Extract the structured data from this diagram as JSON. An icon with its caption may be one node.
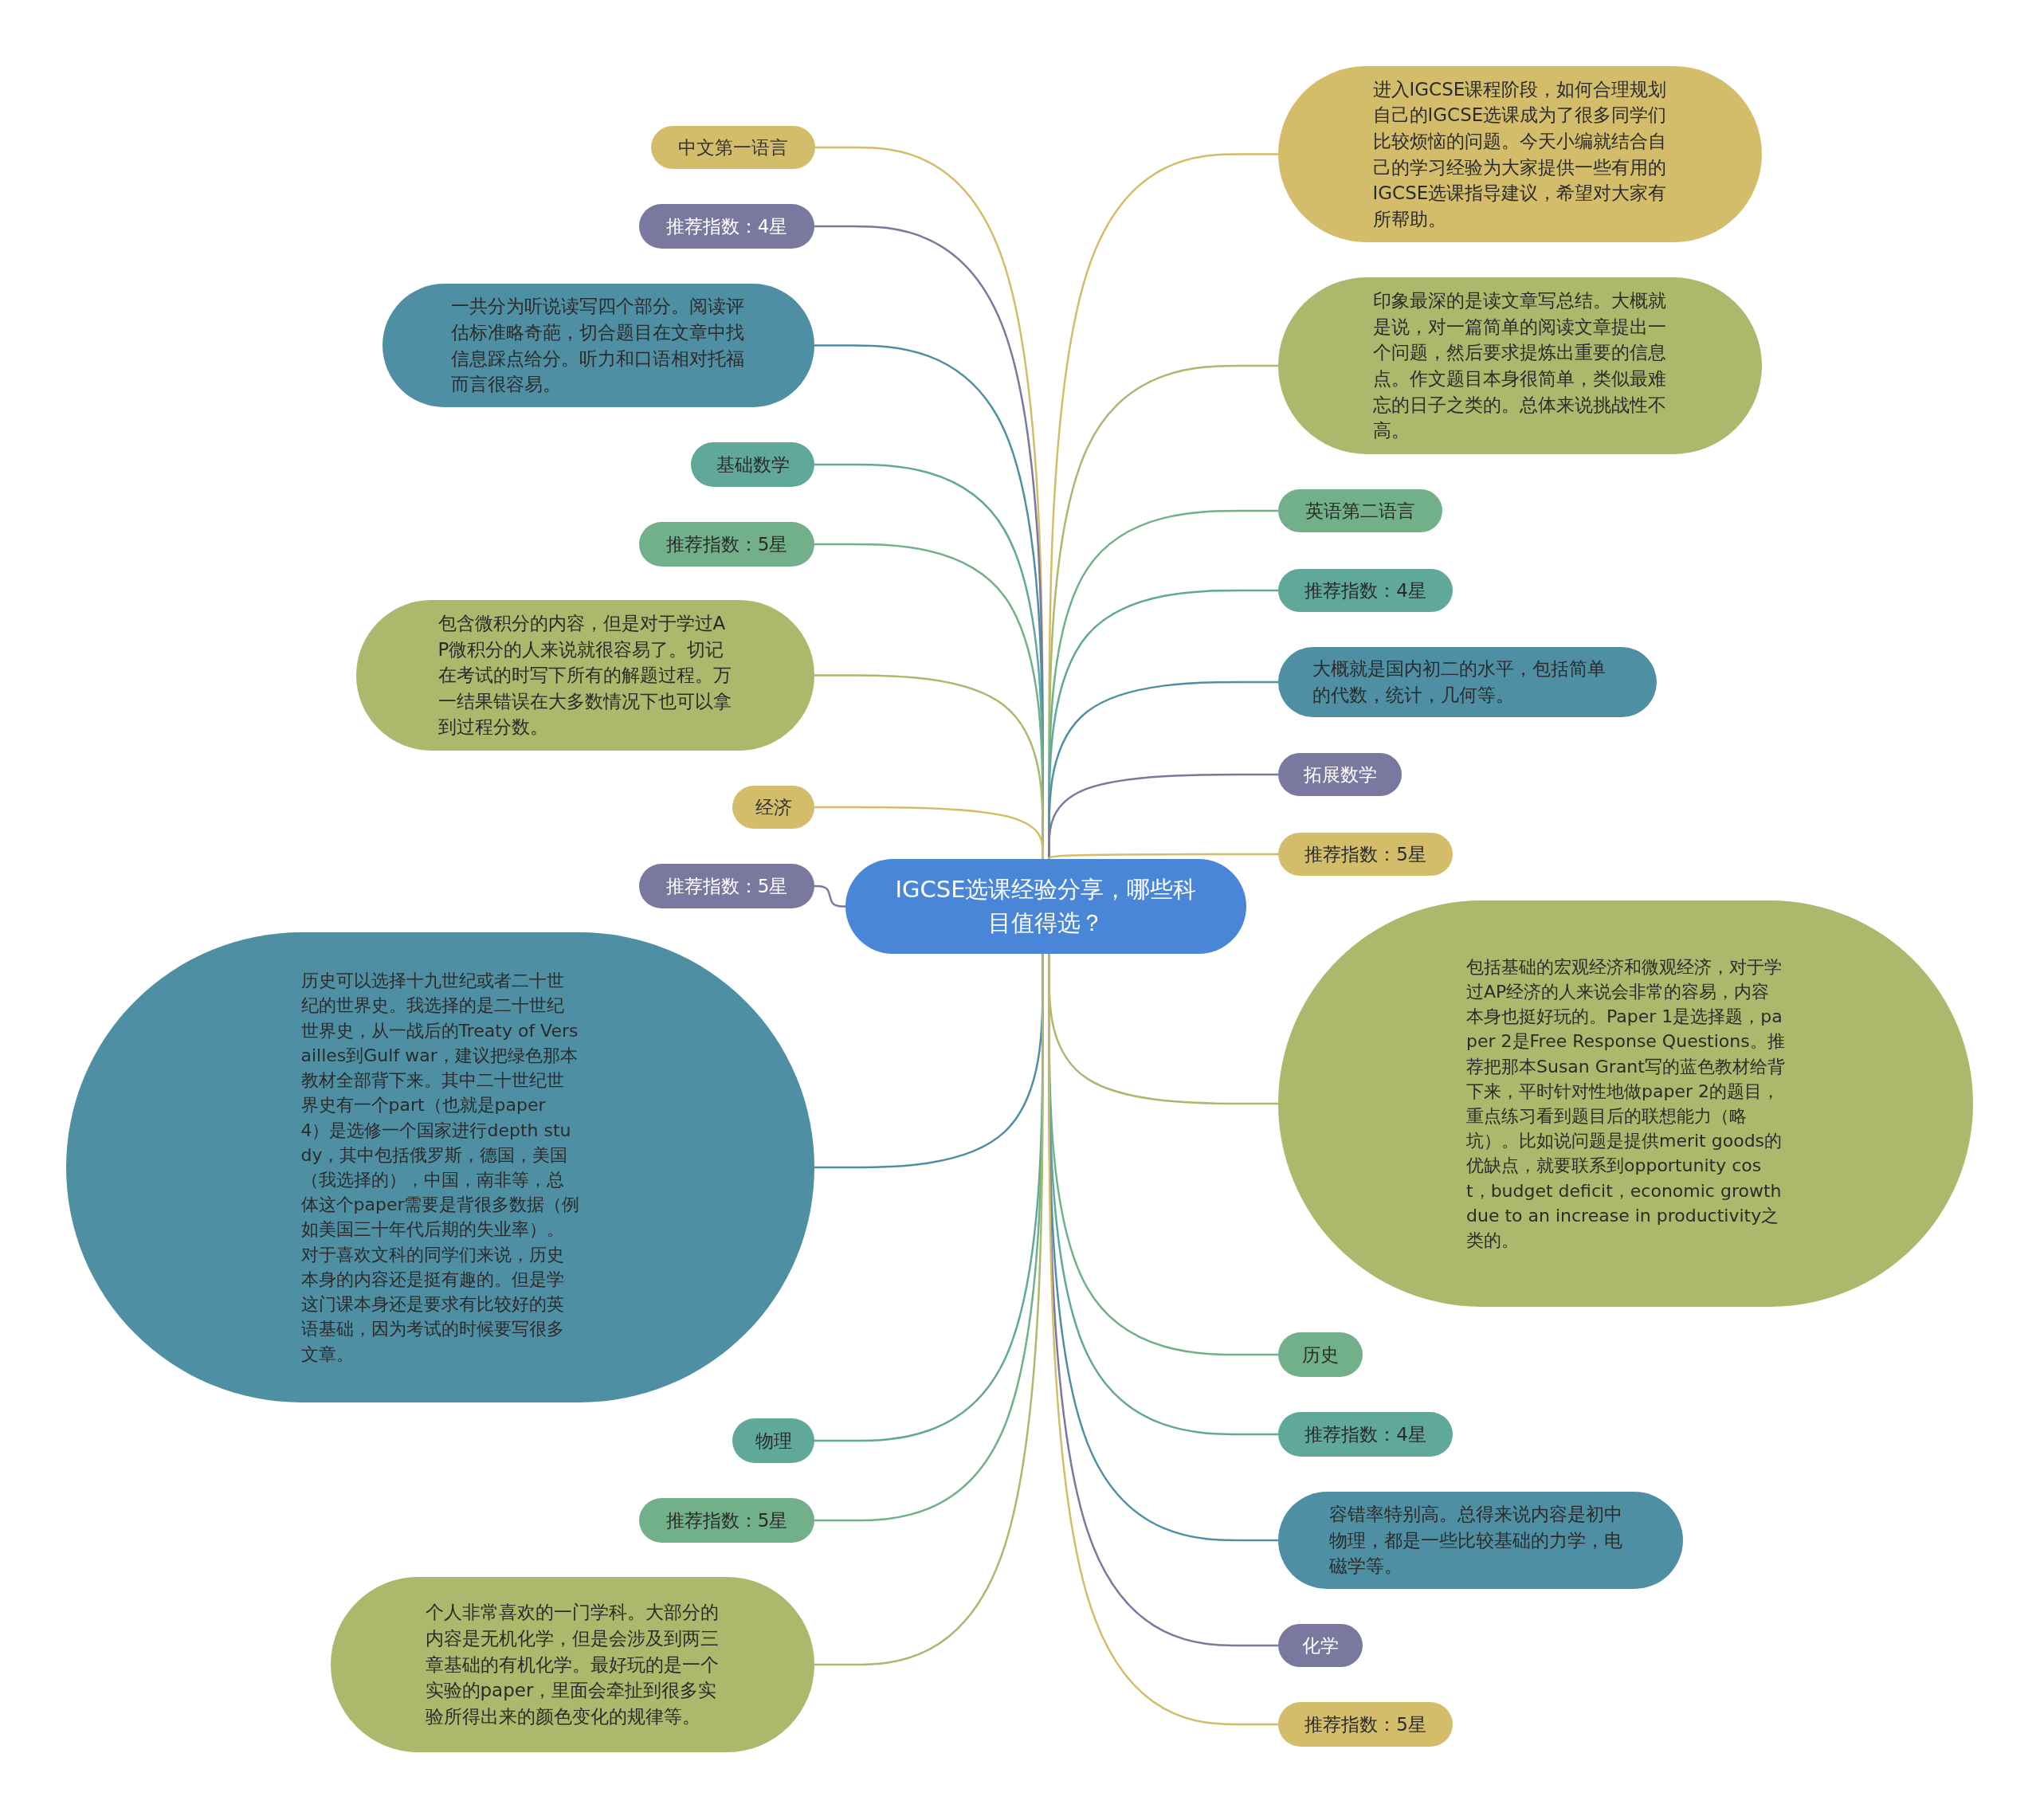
{
  "diagram": {
    "nodes": [
      {
        "text": [
          "IGCSE选课经验分享，哪些科目值得选？"
        ]
      },
      {
        "text": [
          "中文第一语言"
        ]
      },
      {
        "text": [
          "推荐指数：4星"
        ]
      },
      {
        "text": [
          "一共分为听说读写四个部分。阅读评估标准略奇葩，切合题目在文章中找信息踩点给分。听力和口语相对托福而言很容易。"
        ]
      },
      {
        "text": [
          "基础数学"
        ]
      },
      {
        "text": [
          "推荐指数：5星"
        ]
      },
      {
        "text": [
          "包含微积分的内容，但是对于学过AP微积分的人来说就很容易了。切记在考试的时写下所有的解题过程。万一结果错误在大多数情况下也可以拿到过程分数。"
        ]
      },
      {
        "text": [
          "经济"
        ]
      },
      {
        "text": [
          "推荐指数：5星"
        ]
      },
      {
        "text": [
          "历史可以选择十九世纪或者二十世纪的世界史。我选择的是二十世纪世界史，从一战后的Treaty of Versailles到Gulf war，建议把绿色那本教材全部背下来。其中二十世纪世界史有一个part（也就是paper 4）是选修一个国家进行depth study，其中包括俄罗斯，德国，美国（我选择的），中国，南非等，总体这个paper需要是背很多数据（例如美国三十年代后期的失业率）。对于喜欢文科的同学们来说，历史本身的内容还是挺有趣的。但是学这门课本身还是要求有比较好的英语基础，因为考试的时候要写很多文章。"
        ]
      },
      {
        "text": [
          "物理"
        ]
      },
      {
        "text": [
          "推荐指数：5星"
        ]
      },
      {
        "text": [
          "个人非常喜欢的一门学科。大部分的内容是无机化学，但是会涉及到两三章基础的有机化学。最好玩的是一个实验的paper，里面会牵扯到很多实验所得出来的颜色变化的规律等。"
        ]
      },
      {
        "text": [
          "进入IGCSE课程阶段，如何合理规划自己的IGCSE选课成为了很多同学们比较烦恼的问题。今天小编就结合自己的学习经验为大家提供一些有用的IGCSE选课指导建议，希望对大家有所帮助。"
        ]
      },
      {
        "text": [
          "印象最深的是读文章写总结。大概就是说，对一篇简单的阅读文章提出一个问题，然后要求提炼出重要的信息点。作文题目本身很简单，类似最难忘的日子之类的。总体来说挑战性不高。"
        ]
      },
      {
        "text": [
          "英语第二语言"
        ]
      },
      {
        "text": [
          "推荐指数：4星"
        ]
      },
      {
        "text": [
          "大概就是国内初二的水平，包括简单的代数，统计，几何等。"
        ]
      },
      {
        "text": [
          "拓展数学"
        ]
      },
      {
        "text": [
          "推荐指数：5星"
        ]
      },
      {
        "text": [
          "包括基础的宏观经济和微观经济，对于学过AP经济的人来说会非常的容易，内容本身也挺好玩的。Paper 1是选择题，paper 2是Free Response Questions。推荐把那本Susan Grant写的蓝色教材给背下来，平时针对性地做paper 2的题目，重点练习看到题目后的联想能力（略坑）。比如说问题是提供merit goods的优缺点，就要联系到opportunity cost，budget deficit，economic growth due to an increase in productivity之类的。"
        ]
      },
      {
        "text": [
          "历史"
        ]
      },
      {
        "text": [
          "推荐指数：4星"
        ]
      },
      {
        "text": [
          "容错率特别高。总得来说内容是初中物理，都是一些比较基础的力学，电磁学等。"
        ]
      },
      {
        "text": [
          "化学"
        ]
      },
      {
        "text": [
          "推荐指数：5星"
        ]
      }
    ],
    "edges": [
      {
        "from": 0,
        "to": 1,
        "arrow": "none",
        "color": "#d4bd6a"
      },
      {
        "from": 0,
        "to": 2,
        "arrow": "none",
        "color": "#7b78a0"
      },
      {
        "from": 0,
        "to": 3,
        "arrow": "none",
        "color": "#4f8fa3"
      },
      {
        "from": 0,
        "to": 4,
        "arrow": "none",
        "color": "#5fa89a"
      },
      {
        "from": 0,
        "to": 5,
        "arrow": "none",
        "color": "#72b08a"
      },
      {
        "from": 0,
        "to": 6,
        "arrow": "none",
        "color": "#aab96b"
      },
      {
        "from": 0,
        "to": 7,
        "arrow": "none",
        "color": "#d4bd6a"
      },
      {
        "from": 0,
        "to": 8,
        "arrow": "none",
        "color": "#7b78a0"
      },
      {
        "from": 0,
        "to": 9,
        "arrow": "none",
        "color": "#4f8fa3"
      },
      {
        "from": 0,
        "to": 10,
        "arrow": "none",
        "color": "#5fa89a"
      },
      {
        "from": 0,
        "to": 11,
        "arrow": "none",
        "color": "#72b08a"
      },
      {
        "from": 0,
        "to": 12,
        "arrow": "none",
        "color": "#aab96b"
      },
      {
        "from": 0,
        "to": 13,
        "arrow": "none",
        "color": "#d4bd6a"
      },
      {
        "from": 0,
        "to": 14,
        "arrow": "none",
        "color": "#aab96b"
      },
      {
        "from": 0,
        "to": 15,
        "arrow": "none",
        "color": "#72b08a"
      },
      {
        "from": 0,
        "to": 16,
        "arrow": "none",
        "color": "#5fa89a"
      },
      {
        "from": 0,
        "to": 17,
        "arrow": "none",
        "color": "#4f8fa3"
      },
      {
        "from": 0,
        "to": 18,
        "arrow": "none",
        "color": "#7b78a0"
      },
      {
        "from": 0,
        "to": 19,
        "arrow": "none",
        "color": "#d4bd6a"
      },
      {
        "from": 0,
        "to": 20,
        "arrow": "none",
        "color": "#aab96b"
      },
      {
        "from": 0,
        "to": 21,
        "arrow": "none",
        "color": "#72b08a"
      },
      {
        "from": 0,
        "to": 22,
        "arrow": "none",
        "color": "#5fa89a"
      },
      {
        "from": 0,
        "to": 23,
        "arrow": "none",
        "color": "#4f8fa3"
      },
      {
        "from": 0,
        "to": 24,
        "arrow": "none",
        "color": "#7b78a0"
      },
      {
        "from": 0,
        "to": 25,
        "arrow": "none",
        "color": "#d4bd6a"
      }
    ]
  }
}
